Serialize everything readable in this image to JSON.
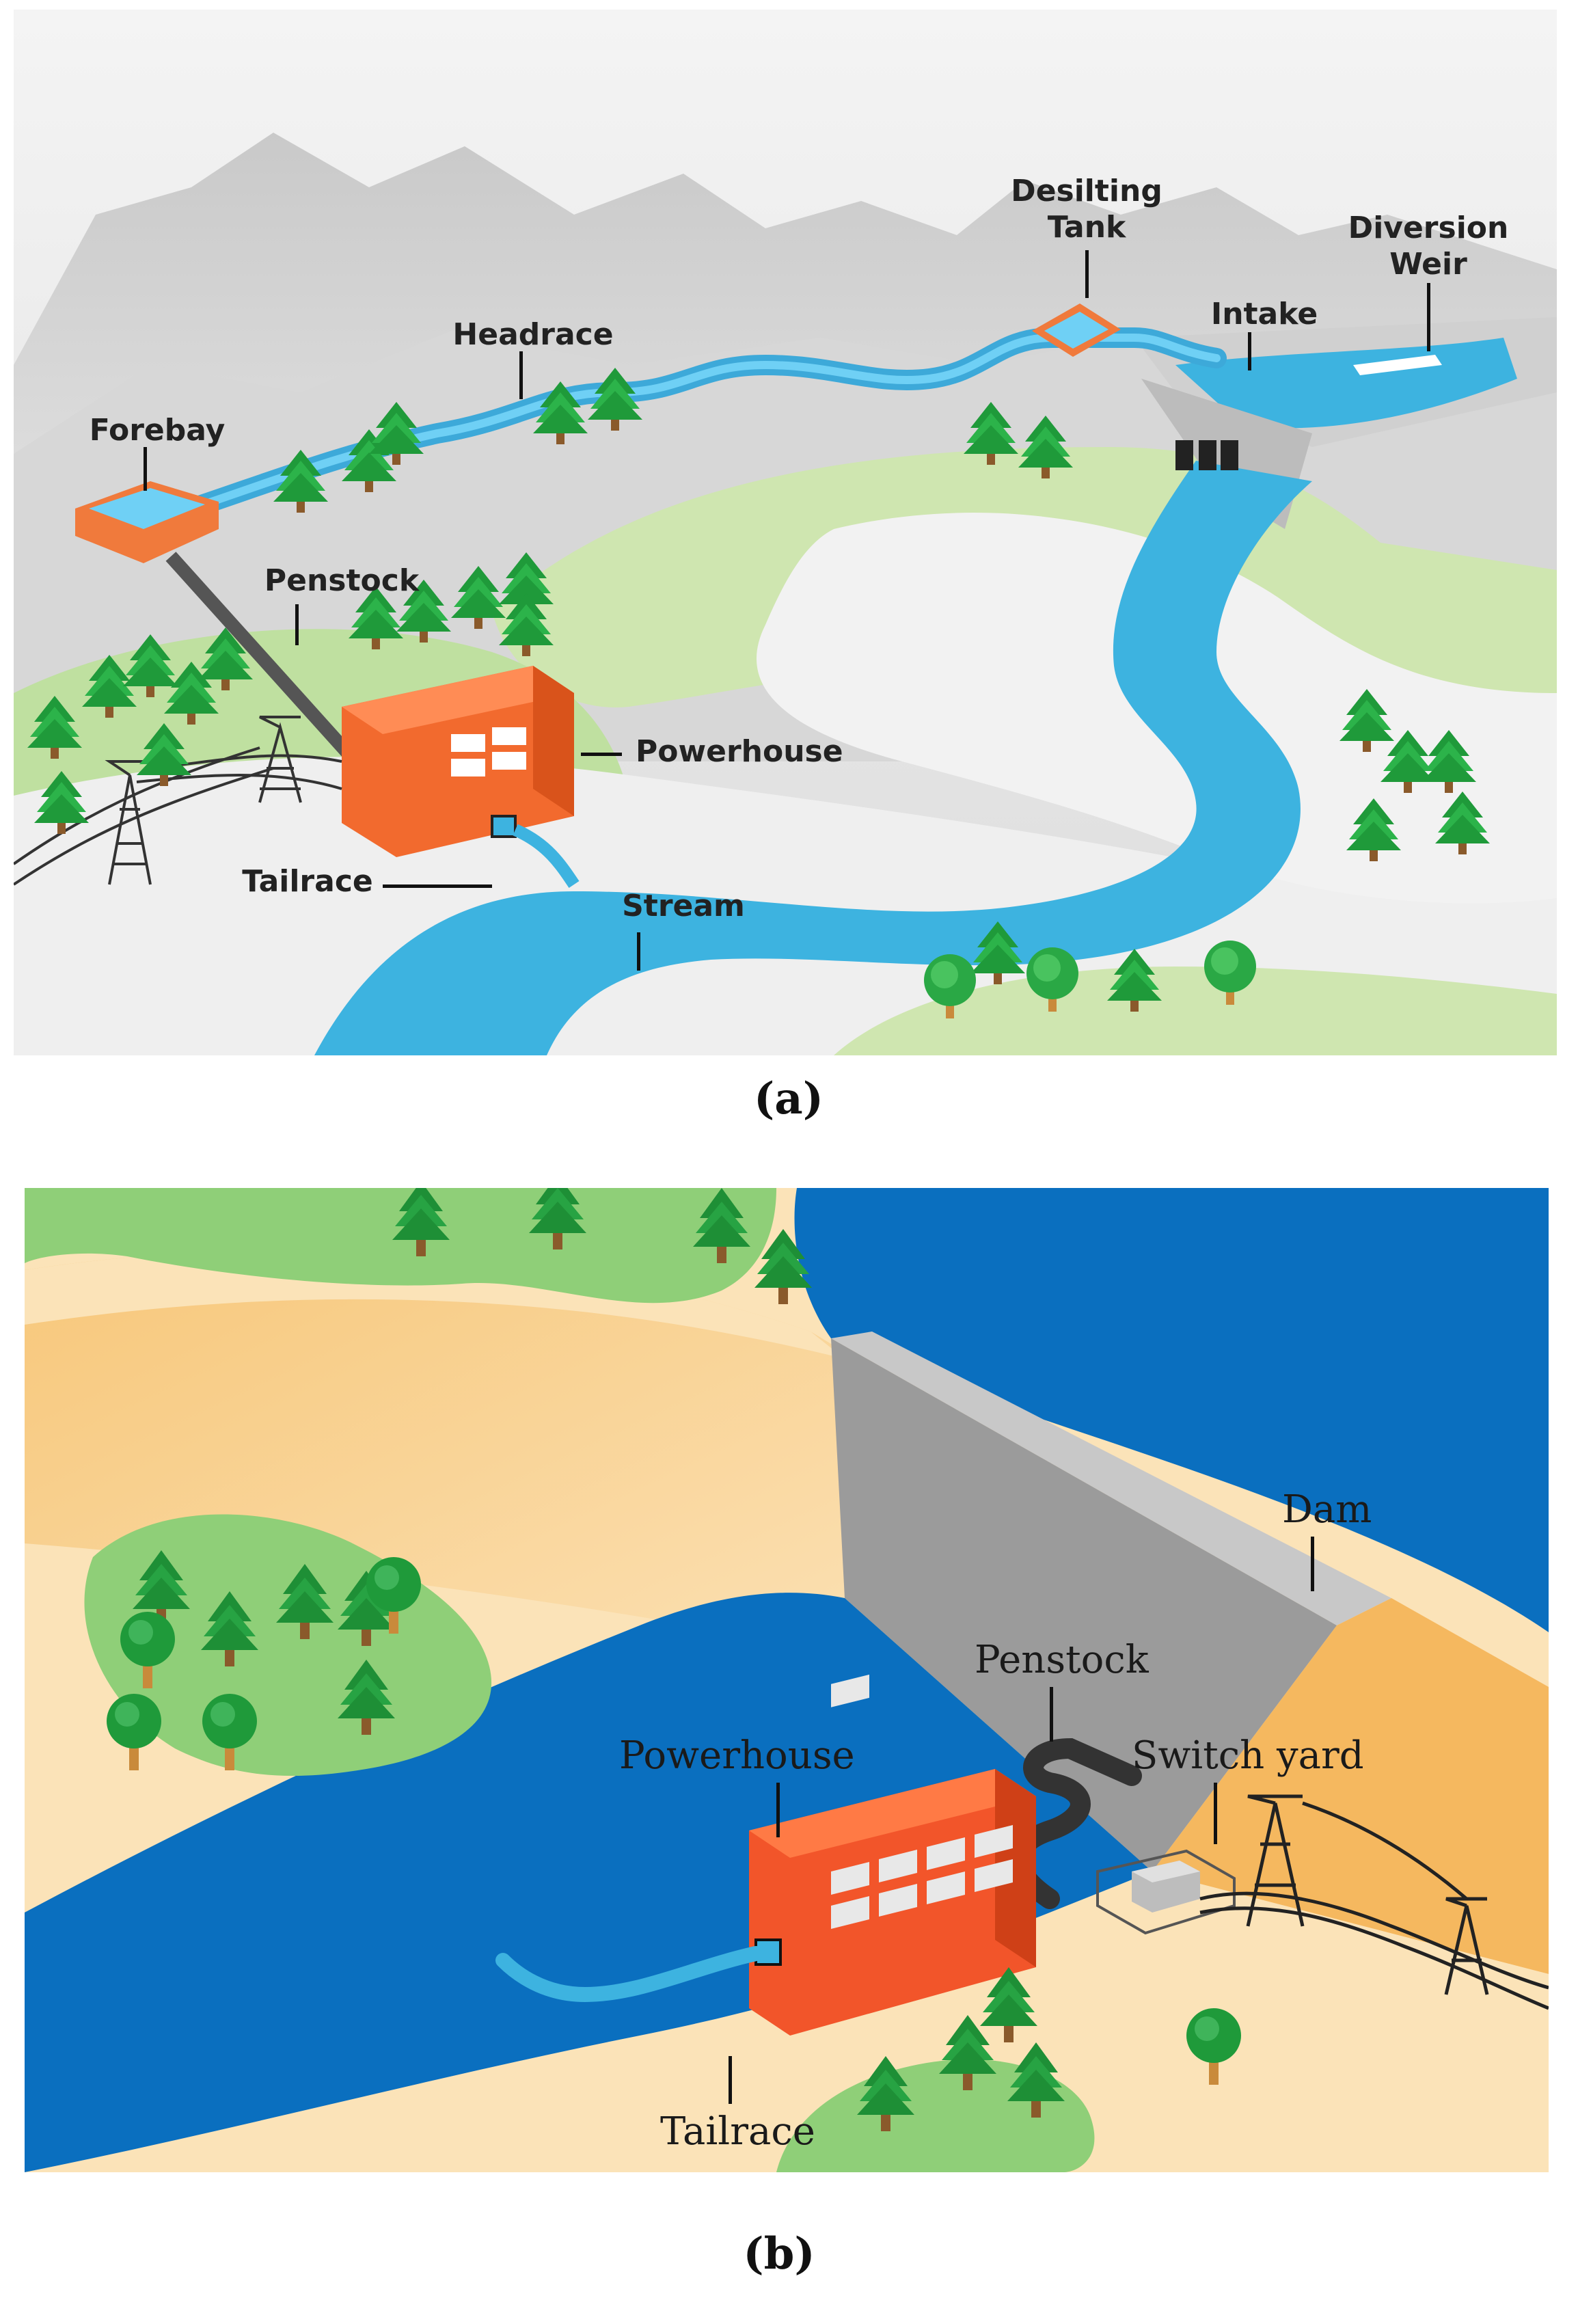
{
  "panel_a": {
    "caption": "(a)",
    "labels": {
      "forebay": "Forebay",
      "headrace": "Headrace",
      "desilting_tank": "Desilting\nTank",
      "diversion_weir": "Diversion\nWeir",
      "intake": "Intake",
      "penstock": "Penstock",
      "powerhouse": "Powerhouse",
      "tailrace": "Tailrace",
      "stream": "Stream"
    }
  },
  "panel_b": {
    "caption": "(b)",
    "labels": {
      "dam": "Dam",
      "penstock": "Penstock",
      "powerhouse": "Powerhouse",
      "switch_yard": "Switch yard",
      "tailrace": "Tailrace"
    }
  },
  "colors": {
    "water_a": "#3db3e0",
    "water_b": "#0a6fbf",
    "powerhouse": "#f26a2e",
    "tree": "#2aa845",
    "sand": "#f9dfae",
    "orange_slope": "#f5b85f",
    "grass": "#8fd07a"
  }
}
